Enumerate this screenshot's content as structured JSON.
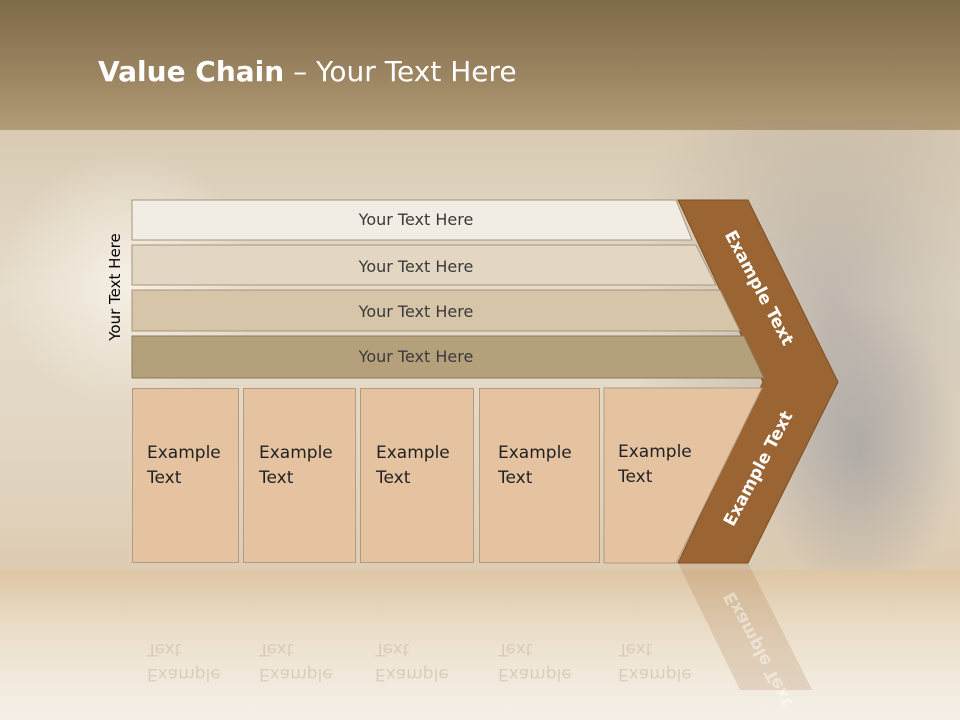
{
  "title": {
    "bold": "Value Chain",
    "rest": " – Your Text Here"
  },
  "vertical_label": "Your Text Here",
  "support_bars": [
    {
      "label": "Your Text Here"
    },
    {
      "label": "Your Text Here"
    },
    {
      "label": "Your Text Here"
    },
    {
      "label": "Your Text Here"
    }
  ],
  "primary_boxes": [
    {
      "label": "Example\nText"
    },
    {
      "label": "Example\nText"
    },
    {
      "label": "Example\nText"
    },
    {
      "label": "Example\nText"
    },
    {
      "label": "Example\nText"
    }
  ],
  "arrow_upper_label": "Example Text",
  "arrow_lower_label": "Example Text",
  "colors": {
    "bar_1": "#f1ede4",
    "bar_2": "#e3d7c4",
    "bar_3": "#d6c5a8",
    "bar_4": "#b5a07c",
    "box": "#e5c3a1",
    "arrow": "#9a6533"
  }
}
